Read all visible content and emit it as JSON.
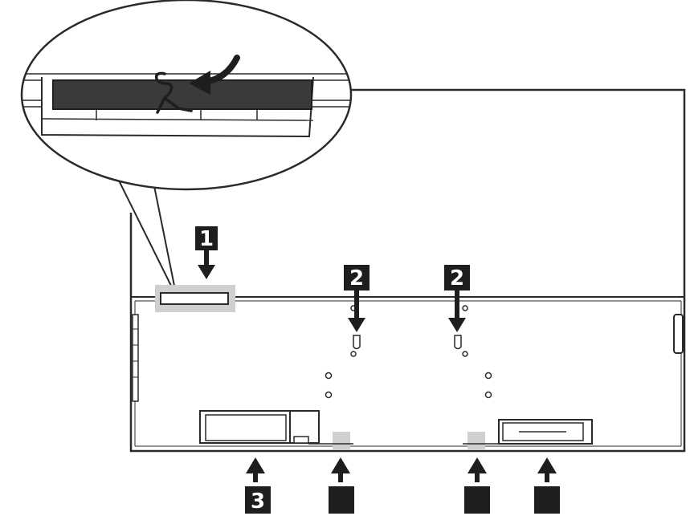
{
  "diagram": {
    "labels": {
      "step_1": "1",
      "step_2_left": "2",
      "step_2_right": "2",
      "step_3": "3"
    },
    "colors": {
      "line": "#2a2a2a",
      "badge": "#1e1e1e",
      "highlight": "#cfcfcf",
      "cover": "#3a3a3a"
    },
    "icons": [
      "tv-back-panel",
      "callout-magnifier",
      "down-arrow",
      "up-arrow",
      "cable-clip"
    ]
  }
}
